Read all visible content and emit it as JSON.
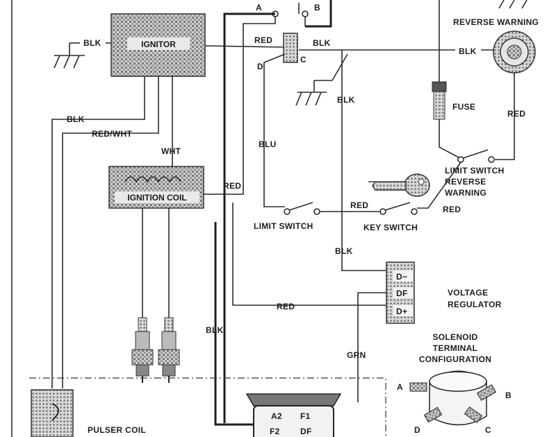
{
  "components": {
    "ignitor": "IGNITOR",
    "ignition_coil": "IGNITION COIL",
    "reverse_warning": "REVERSE WARNING",
    "fuse": "FUSE",
    "limit_switch_reverse": [
      "LIMIT SWITCH",
      "REVERSE",
      "WARNING"
    ],
    "limit_switch": "LIMIT SWITCH",
    "key_switch": "KEY SWITCH",
    "voltage_regulator": [
      "VOLTAGE",
      "REGULATOR"
    ],
    "regulator_terminals": [
      "D−",
      "DF",
      "D+"
    ],
    "solenoid_config": [
      "SOLENOID",
      "TERMINAL",
      "CONFIGURATION"
    ],
    "pulser_coil": "PULSER COIL",
    "generator_terminals": [
      "A2",
      "F1",
      "F2",
      "DF"
    ]
  },
  "terminals": {
    "a": "A",
    "b": "B",
    "c": "C",
    "d": "D",
    "sol_a": "A",
    "sol_b": "B",
    "sol_c": "C",
    "sol_d": "D"
  },
  "wire_labels": {
    "blk_ground_left": "BLK",
    "red_top": "RED",
    "blk_top": "BLK",
    "blk_reverse": "BLK",
    "d_label_wire": "D",
    "blk_ground_mid": "BLK",
    "blk_ign_left": "BLK",
    "red_wht": "RED/WHT",
    "wht": "WHT",
    "blu": "BLU",
    "red_vertical": "RED",
    "red_reverse": "RED",
    "red_switch": "RED",
    "red_key": "RED",
    "blk_mid": "BLK",
    "red_regulator": "RED",
    "blk_bottom": "BLK",
    "grn": "GRN"
  }
}
